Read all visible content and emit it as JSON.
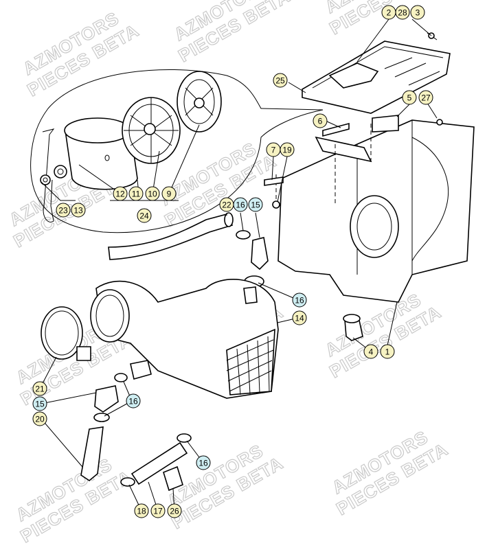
{
  "watermark": {
    "line1": "AZMOTORS",
    "line2": "PIECES BETA",
    "color": "#c9c9c9"
  },
  "callout_colors": {
    "default": "#f6f2c2",
    "highlight": "#cfeef2",
    "stroke": "#000000"
  },
  "callouts": [
    {
      "label": "2",
      "style": "default"
    },
    {
      "label": "28",
      "style": "default"
    },
    {
      "label": "3",
      "style": "default"
    },
    {
      "label": "25",
      "style": "default"
    },
    {
      "label": "5",
      "style": "default"
    },
    {
      "label": "27",
      "style": "default"
    },
    {
      "label": "6",
      "style": "default"
    },
    {
      "label": "7",
      "style": "default"
    },
    {
      "label": "19",
      "style": "default"
    },
    {
      "label": "12",
      "style": "default"
    },
    {
      "label": "11",
      "style": "default"
    },
    {
      "label": "10",
      "style": "default"
    },
    {
      "label": "9",
      "style": "default"
    },
    {
      "label": "23",
      "style": "default"
    },
    {
      "label": "13",
      "style": "default"
    },
    {
      "label": "24",
      "style": "default"
    },
    {
      "label": "22",
      "style": "default"
    },
    {
      "label": "16",
      "style": "highlight"
    },
    {
      "label": "15",
      "style": "highlight"
    },
    {
      "label": "16",
      "style": "highlight"
    },
    {
      "label": "14",
      "style": "default"
    },
    {
      "label": "4",
      "style": "default"
    },
    {
      "label": "1",
      "style": "default"
    },
    {
      "label": "21",
      "style": "default"
    },
    {
      "label": "15",
      "style": "highlight"
    },
    {
      "label": "16",
      "style": "highlight"
    },
    {
      "label": "20",
      "style": "default"
    },
    {
      "label": "16",
      "style": "highlight"
    },
    {
      "label": "18",
      "style": "default"
    },
    {
      "label": "17",
      "style": "default"
    },
    {
      "label": "26",
      "style": "default"
    }
  ]
}
